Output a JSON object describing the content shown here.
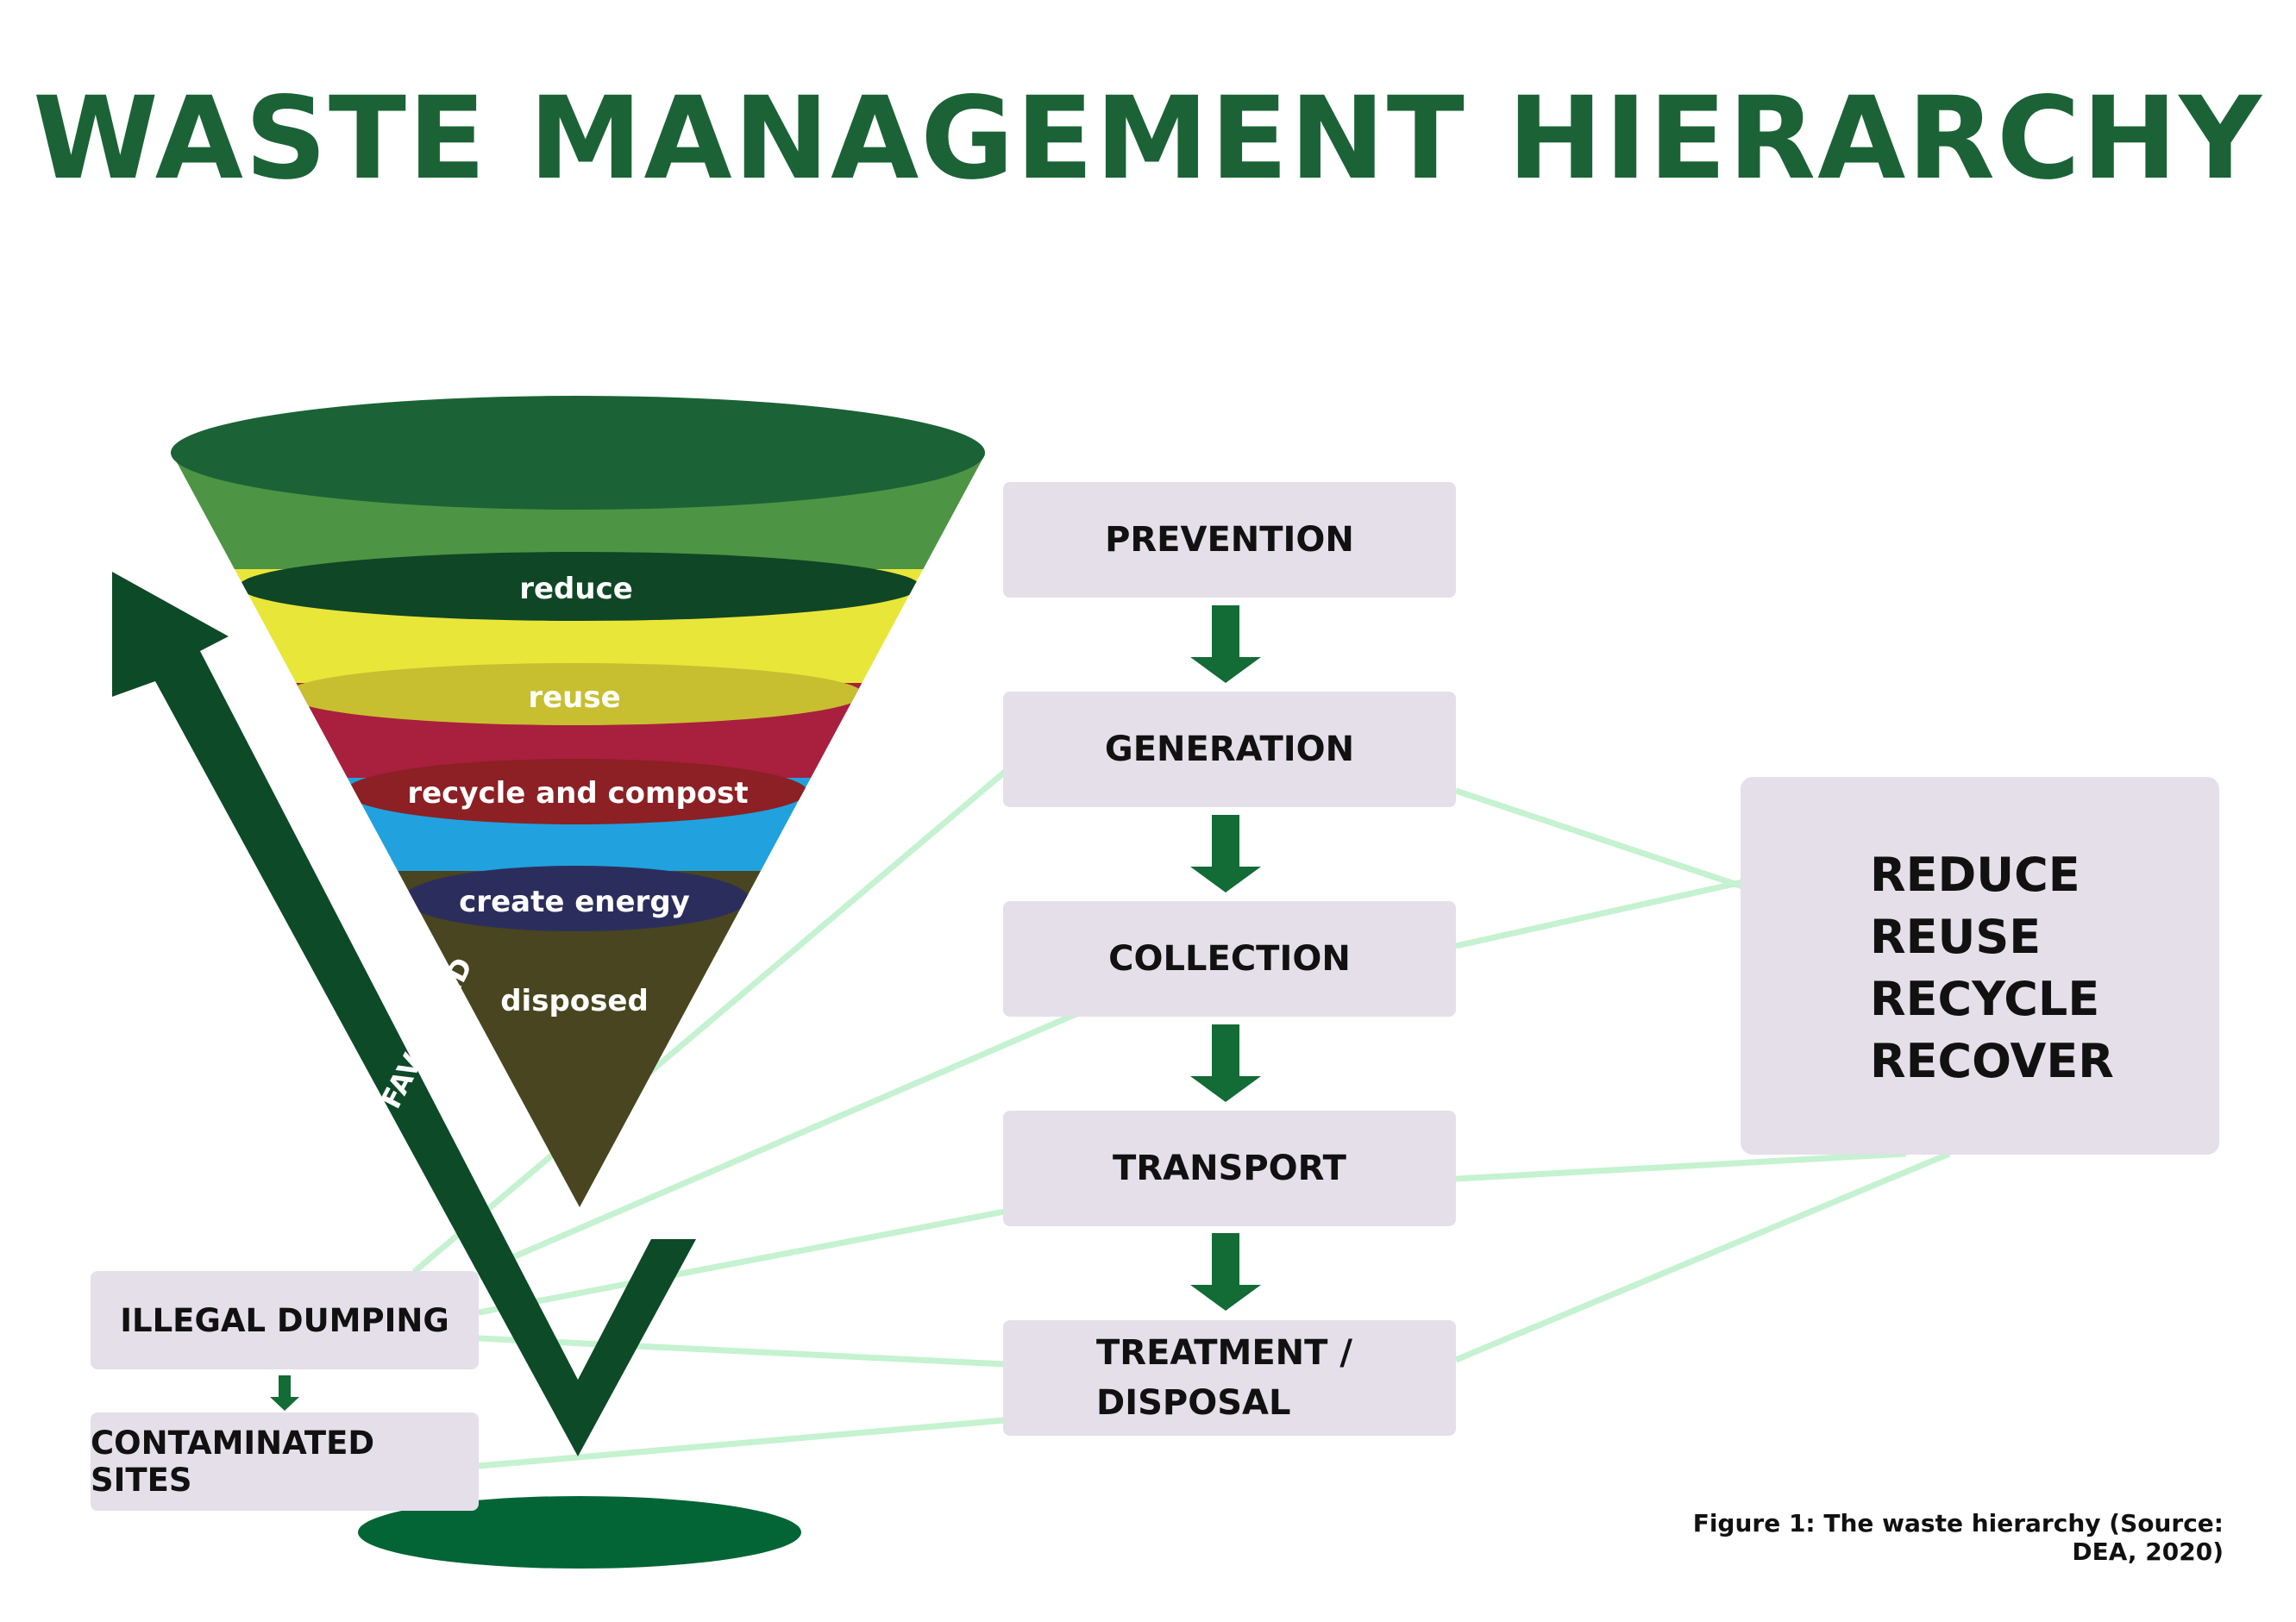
{
  "title": "WASTE MANAGEMENT HIERARCHY",
  "funnel": {
    "levels": [
      {
        "label": "reduce",
        "color": "#e9e63a"
      },
      {
        "label": "reuse",
        "color": "#a91f3e"
      },
      {
        "label": "recycle and compost",
        "color": "#21a1de"
      },
      {
        "label": "create energy",
        "color": "#484520"
      },
      {
        "label": "disposed",
        "color": "#484520"
      }
    ],
    "rim_color": "#1b6336",
    "top_band_color": "#4d9444"
  },
  "arrow": {
    "label": "MOST FAVOURED",
    "color": "#0d4a27"
  },
  "flow": {
    "steps": [
      "PREVENTION",
      "GENERATION",
      "COLLECTION",
      "TRANSPORT"
    ],
    "last_step": {
      "line1": "TREATMENT /",
      "line2": "DISPOSAL"
    },
    "arrow_color": "#136b35"
  },
  "side_boxes": {
    "illegal": "ILLEGAL DUMPING",
    "contaminated": "CONTAMINATED SITES"
  },
  "rrrr": [
    "REDUCE",
    "REUSE",
    "RECYCLE",
    "RECOVER"
  ],
  "caption": "Figure 1: The waste hierarchy (Source: DEA, 2020)",
  "colors": {
    "title": "#1b6336",
    "box_fill": "#e4dfe9",
    "connector": "#c5f2d0"
  }
}
